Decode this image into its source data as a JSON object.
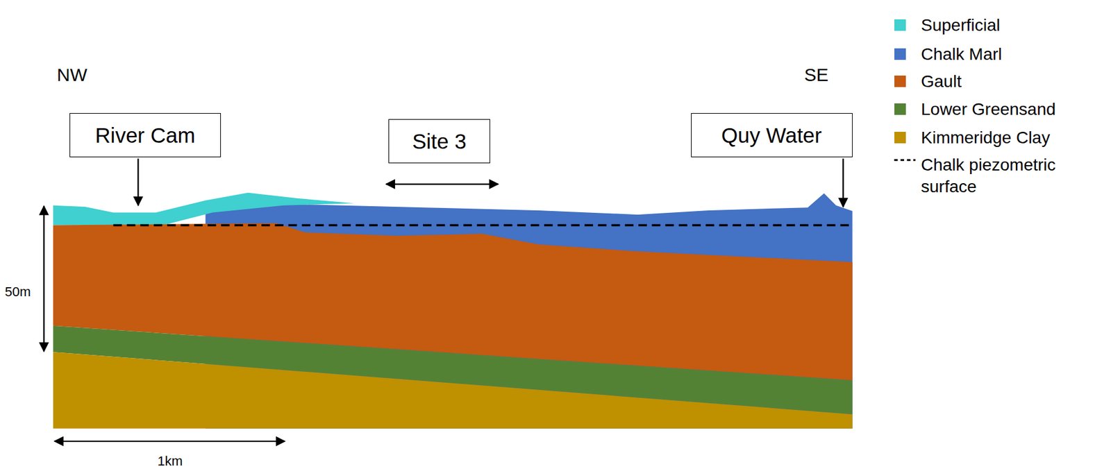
{
  "diagram": {
    "nodes": [
      {
        "text": [
          "River Cam"
        ]
      },
      {
        "text": [
          "Site 3"
        ]
      },
      {
        "text": [
          "Quy Water"
        ]
      }
    ],
    "labels": [
      "NW",
      "SE",
      "50m",
      "1km"
    ],
    "legend": [
      {
        "text": "Superficial",
        "color": "#3fd0cf"
      },
      {
        "text": "Chalk Marl",
        "color": "#4472c4"
      },
      {
        "text": "Gault",
        "color": "#c55a11"
      },
      {
        "text": "Lower Greensand",
        "color": "#548235"
      },
      {
        "text": "Kimmeridge Clay",
        "color": "#bf9000"
      },
      {
        "text": "Chalk piezometric surface"
      }
    ]
  }
}
